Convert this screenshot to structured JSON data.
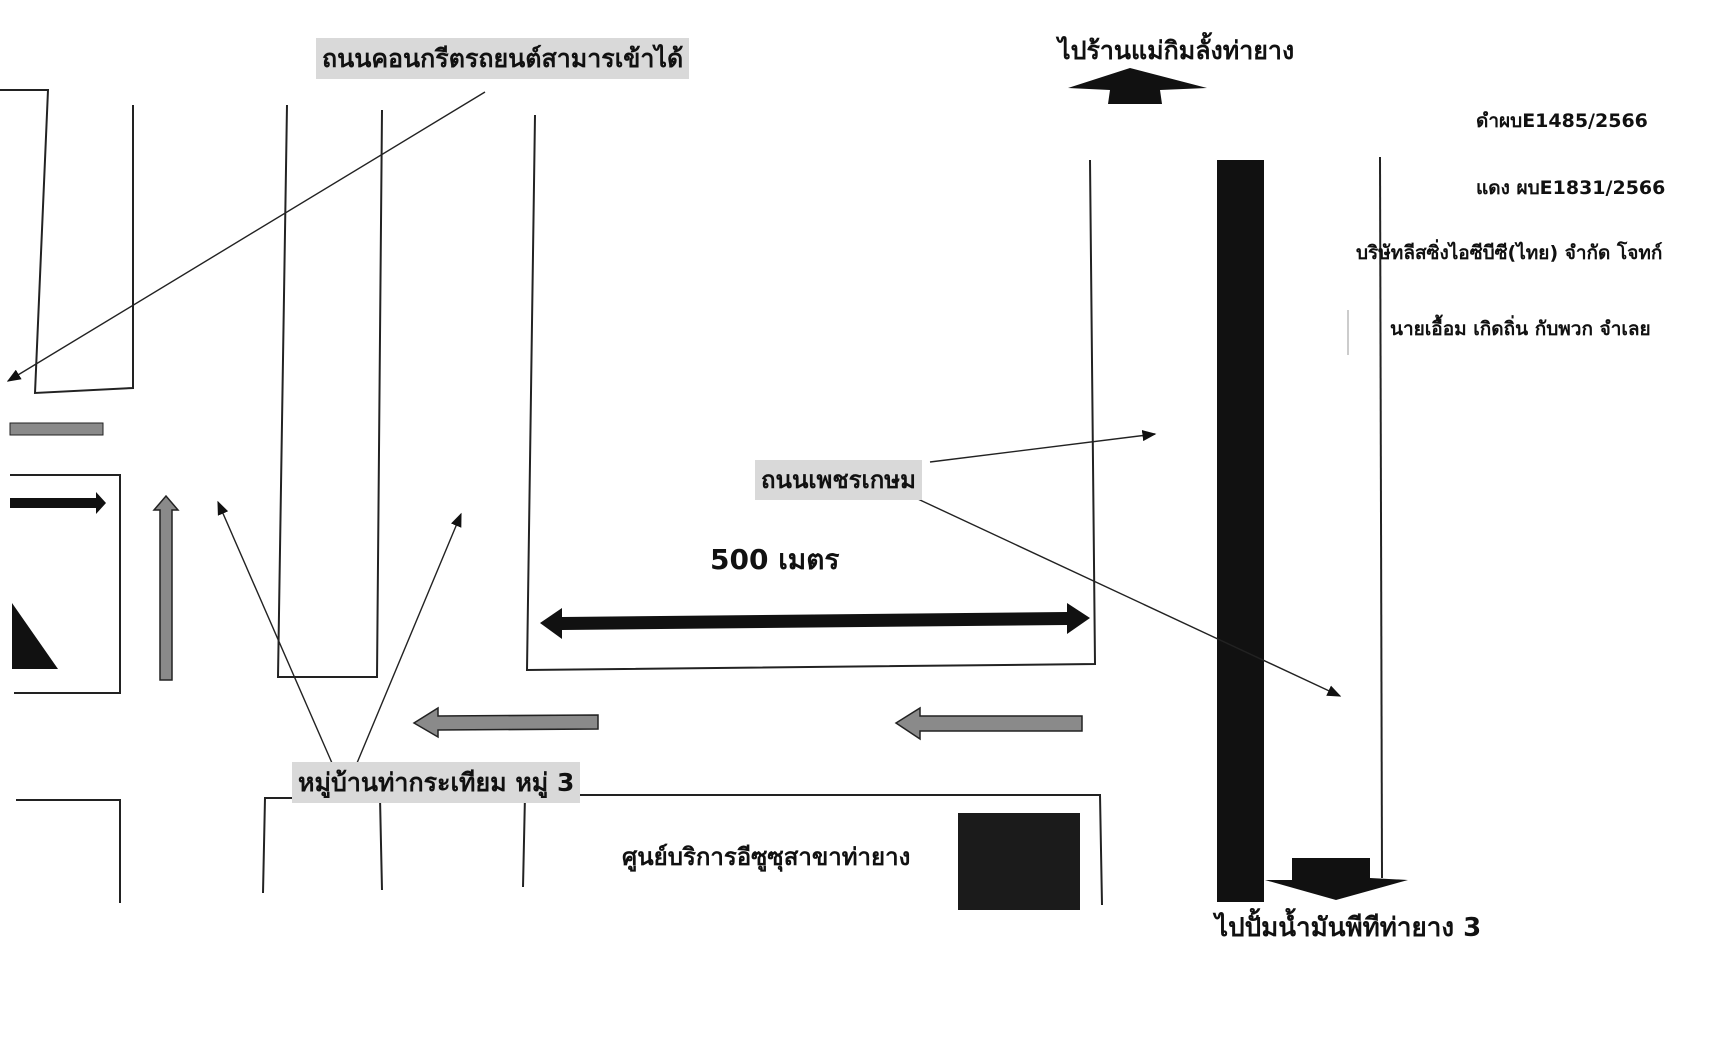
{
  "labels": {
    "concrete_road": "ถนนคอนกรีตรถยนต์สามารเข้าได้",
    "to_north": "ไปร้านแม่กิมลั้งท่ายาง",
    "phetkasem_road": "ถนนเพชรเกษม",
    "distance": "500 เมตร",
    "village": "หมู่บ้านท่ากระเทียม หมู่ 3",
    "service_center": "ศูนย์บริการอีซูซุสาขาท่ายาง",
    "to_south": "ไปปั้มน้ำมันพีทีท่ายาง 3"
  },
  "case_info": {
    "black_case": "ดำผบE1485/2566",
    "red_case": "แดง ผบE1831/2566",
    "plaintiff": "บริษัทลีสซิ่งไอซีบีซี(ไทย) จำกัด โจทก์",
    "defendant": "นายเอื้อม เกิดถิ่น กับพวก จำเลย"
  },
  "colors": {
    "ink": "#111111",
    "gray_arrow": "#8a8a8a",
    "highlight": "#d9d9d9",
    "paper": "#ffffff"
  },
  "icons": [
    "north-arrow-icon",
    "south-arrow-icon",
    "double-arrow-icon",
    "triangle-marker-icon",
    "building-square-icon"
  ]
}
